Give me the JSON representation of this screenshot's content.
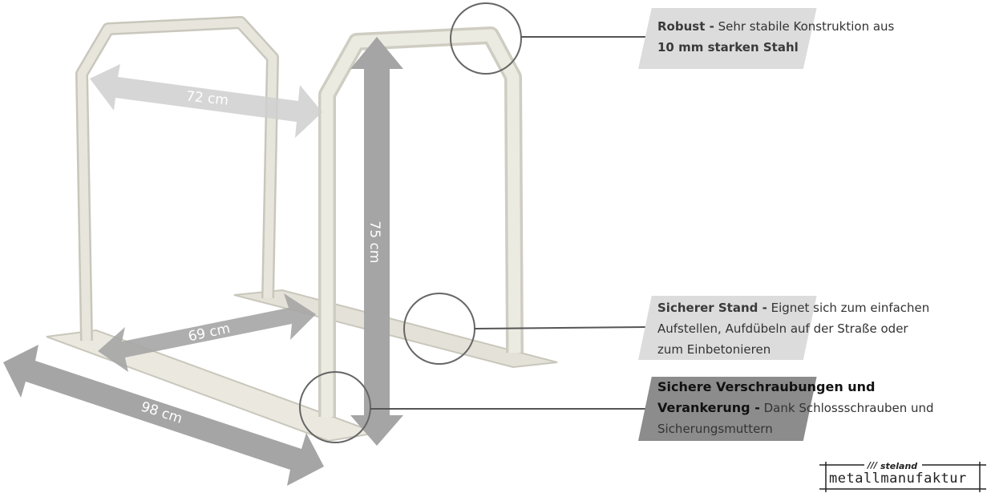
{
  "dimensions": {
    "width_label": "72 cm",
    "height_label": "75 cm",
    "inner_label": "69 cm",
    "length_label": "98 cm"
  },
  "features": {
    "robust": {
      "title": "Robust -",
      "text_1": " Sehr stabile Konstruktion aus",
      "text_bold": "10 mm starken Stahl"
    },
    "stand": {
      "title": "Sicherer Stand -",
      "text_1": " Eignet sich zum einfachen",
      "text_2": "Aufstellen, Aufdübeln auf der Straße oder",
      "text_3": "zum Einbetonieren"
    },
    "screw": {
      "title_1": "Sichere Verschraubungen und",
      "title_2": "Verankerung -",
      "text_1": " Dank Schlossschrauben und",
      "text_2": "Sicherungsmuttern"
    }
  },
  "logo": {
    "slashes": "///",
    "brand": "steland",
    "word": "metallmanufaktur"
  },
  "colors": {
    "steel": "#e8e6dc",
    "steel_shadow": "#c9c7bc",
    "arrow": "#a5a5a5",
    "light_box": "#dcdcdc",
    "dark_box": "#8c8c8c",
    "callout_line": "#555555"
  }
}
